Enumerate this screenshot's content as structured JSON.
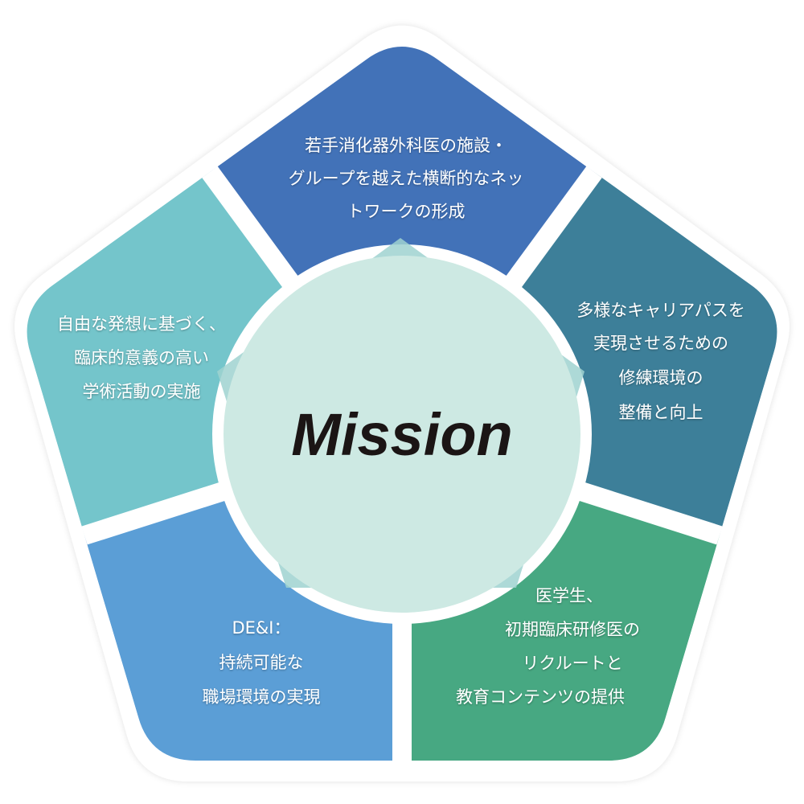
{
  "center": {
    "title": "Mission"
  },
  "segments": [
    {
      "id": "top",
      "color": "#4272b8",
      "lines": [
        "若手消化器外科医の施設・",
        "グループを越えた横断的なネッ",
        "トワークの形成"
      ]
    },
    {
      "id": "right",
      "color": "#3d7f99",
      "lines": [
        "多様なキャリアパスを",
        "実現させるための",
        "修練環境の",
        "整備と向上"
      ]
    },
    {
      "id": "bottom-right",
      "color": "#47a882",
      "lines": [
        "医学生、",
        "初期臨床研修医の",
        "リクルートと",
        "教育コンテンツの提供"
      ]
    },
    {
      "id": "bottom-left",
      "color": "#5b9ed6",
      "lines": [
        "DE&I：",
        "持続可能な",
        "職場環境の実現"
      ]
    },
    {
      "id": "left",
      "color": "#74c5cb",
      "lines": [
        "自由な発想に基づく、",
        "臨床的意義の高い",
        "学術活動の実施"
      ]
    }
  ],
  "colors": {
    "center_fill": "#cde9e3",
    "center_pentagon": "#9fd2d0"
  }
}
